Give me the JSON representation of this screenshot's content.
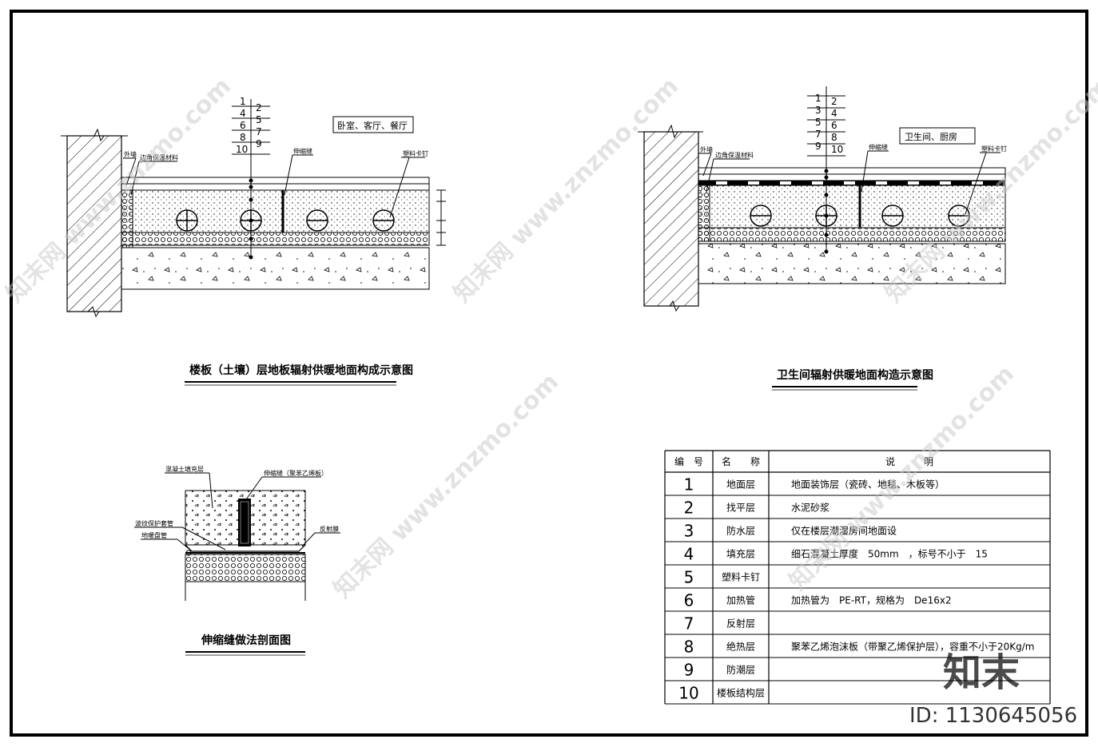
{
  "drawing_1": {
    "title": "楼板（土壤）层地板辐射供暖地面构成示意图",
    "room_tag": "卧室、客厅、餐厅",
    "callouts": {
      "wall": "外墙",
      "edge_insulation": "边角保温材料",
      "expansion_joint": "伸缩缝",
      "clip": "塑料卡钉"
    },
    "layer_numbers_left": [
      "1",
      "4",
      "6",
      "8",
      "10"
    ],
    "layer_numbers_right": [
      "2",
      "5",
      "7",
      "9"
    ]
  },
  "drawing_2": {
    "title": "卫生间辐射供暖地面构造示意图",
    "room_tag": "卫生间、厨房",
    "callouts": {
      "wall": "外墙",
      "edge_insulation": "边角保温材料",
      "expansion_joint": "伸缩缝",
      "clip": "塑料卡钉"
    },
    "layer_numbers_left": [
      "1",
      "3",
      "5",
      "7",
      "9"
    ],
    "layer_numbers_right": [
      "2",
      "4",
      "6",
      "8",
      "10"
    ]
  },
  "drawing_3": {
    "title": "伸缩缝做法剖面图",
    "callouts": {
      "fill_layer": "混凝土填充层",
      "joint": "伸缩缝（聚苯乙烯板）",
      "sleeve": "波纹保护套管",
      "heating_pipe": "地暖盘管",
      "reflective": "反射膜"
    }
  },
  "legend_table": {
    "headers": [
      "编　号",
      "名　　称",
      "说　　　明"
    ],
    "rows": [
      {
        "no": "1",
        "name": "地面层",
        "desc": "地面装饰层（瓷砖、地毯、木板等）"
      },
      {
        "no": "2",
        "name": "找平层",
        "desc": "水泥砂浆"
      },
      {
        "no": "3",
        "name": "防水层",
        "desc": "仅在楼层潮湿房间地面设"
      },
      {
        "no": "4",
        "name": "填充层",
        "desc": "细石混凝土厚度　50mm　，标号不小于　15"
      },
      {
        "no": "5",
        "name": "塑料卡钉",
        "desc": ""
      },
      {
        "no": "6",
        "name": "加热管",
        "desc": "加热管为　PE-RT，规格为　De16x2"
      },
      {
        "no": "7",
        "name": "反射层",
        "desc": ""
      },
      {
        "no": "8",
        "name": "绝热层",
        "desc": "聚苯乙烯泡沫板（带聚乙烯保护层），容重不小于20Kg/m"
      },
      {
        "no": "9",
        "name": "防潮层",
        "desc": ""
      },
      {
        "no": "10",
        "name": "楼板结构层",
        "desc": ""
      }
    ]
  },
  "watermark": {
    "logo": "知末",
    "id_text": "ID: 1130645056",
    "site": "知末网 www.znzmo.com"
  }
}
